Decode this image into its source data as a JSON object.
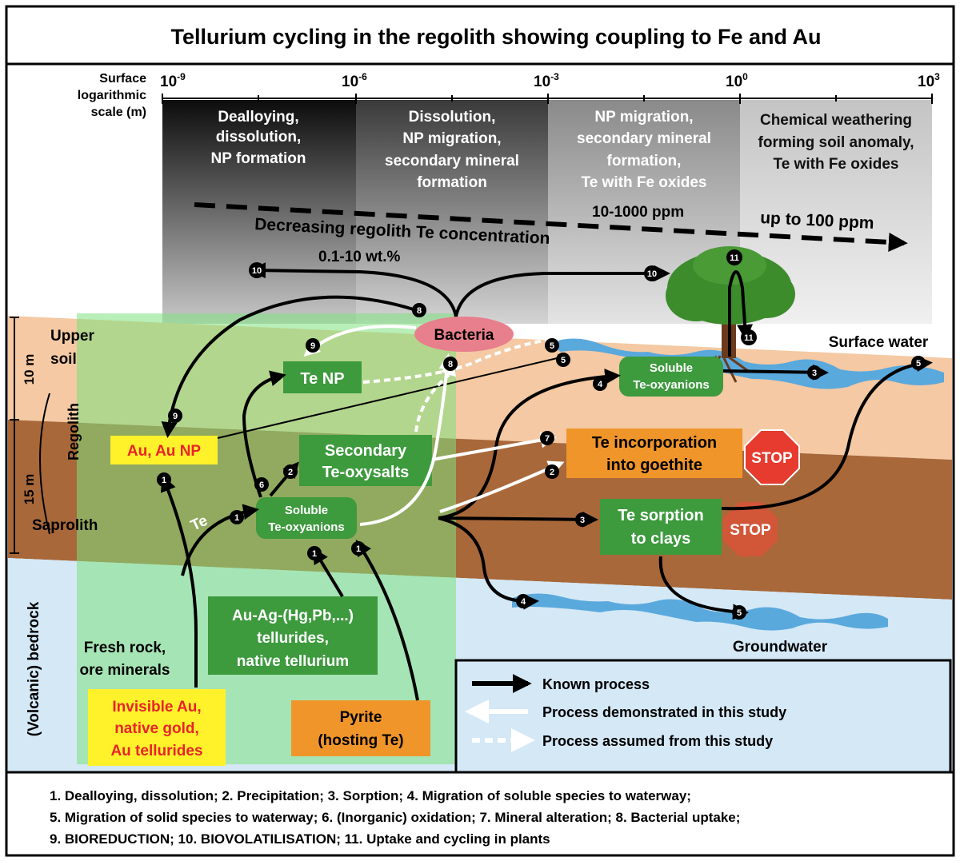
{
  "title": "Tellurium cycling in the regolith showing coupling to Fe and Au",
  "scale": {
    "label_lines": [
      "Surface",
      "logarithmic",
      "scale (m)"
    ],
    "ticks": [
      {
        "base": "10",
        "exp": "-9"
      },
      {
        "base": "10",
        "exp": "-6"
      },
      {
        "base": "10",
        "exp": "-3"
      },
      {
        "base": "10",
        "exp": "0"
      },
      {
        "base": "10",
        "exp": "3"
      }
    ]
  },
  "zones": [
    {
      "lines": [
        "Dealloying,",
        "dissolution,",
        "NP formation"
      ]
    },
    {
      "lines": [
        "Dissolution,",
        "NP migration,",
        "secondary mineral",
        "formation"
      ]
    },
    {
      "lines": [
        "NP migration,",
        "secondary mineral",
        "formation,",
        "Te with Fe oxides"
      ]
    },
    {
      "lines": [
        "Chemical weathering",
        "forming soil anomaly,",
        "Te with Fe oxides"
      ]
    }
  ],
  "concentration": {
    "trend": "Decreasing regolith Te concentration",
    "c1": "0.1-10 wt.%",
    "c2": "10-1000 ppm",
    "c3": "up to 100 ppm"
  },
  "layers": {
    "upper_soil": [
      "Upper",
      "soil"
    ],
    "regolith": "Regolith",
    "saprolith": "Saprolith",
    "bedrock": "(Volcanic) bedrock",
    "depth_10": "10 m",
    "depth_15": "15 m",
    "surface_water": "Surface water",
    "groundwater": "Groundwater",
    "fresh_rock": [
      "Fresh rock,",
      "ore minerals"
    ]
  },
  "nodes": {
    "bacteria": "Bacteria",
    "te_np": "Te NP",
    "au_np": "Au, Au NP",
    "secondary": [
      "Secondary",
      "Te-oxysalts"
    ],
    "soluble_lower": [
      "Soluble",
      "Te-oxyanions"
    ],
    "soluble_upper": [
      "Soluble",
      "Te-oxyanions"
    ],
    "goethite": [
      "Te incorporation",
      "into goethite"
    ],
    "clays": [
      "Te sorption",
      "to clays"
    ],
    "tellurides": [
      "Au-Ag-(Hg,Pb,...)",
      "tellurides,",
      "native tellurium"
    ],
    "pyrite": [
      "Pyrite",
      "(hosting Te)"
    ],
    "invisible_au": [
      "Invisible Au,",
      "native gold,",
      "Au tellurides"
    ],
    "stop": "STOP",
    "te_label": "Te"
  },
  "legend": {
    "known": "Known process",
    "demonstrated": "Process demonstrated in this study",
    "assumed": "Process assumed from this study"
  },
  "footnotes": [
    "1. Dealloying, dissolution; 2. Precipitation; 3. Sorption; 4. Migration of soluble species to waterway;",
    "5. Migration of solid species to waterway; 6. (Inorganic) oxidation; 7. Mineral alteration; 8. Bacterial uptake;",
    "9. BIOREDUCTION; 10. BIOVOLATILISATION; 11. Uptake and cycling in plants"
  ],
  "arrow_numbers": [
    "1",
    "1",
    "1",
    "1",
    "2",
    "2",
    "3",
    "3",
    "4",
    "4",
    "5",
    "5",
    "5",
    "5",
    "6",
    "7",
    "8",
    "8",
    "9",
    "9",
    "10",
    "10",
    "11",
    "11"
  ],
  "colors": {
    "green_box": "#3d9a3d",
    "orange_box": "#f0952a",
    "stop": "#e63b2e",
    "bacteria": "#e87f8c",
    "upper_soil": "#f4c9a3",
    "saprolith": "#a8683a",
    "bedrock": "#d4e8f6",
    "water": "#5aa9dd",
    "green_overlay": "#7ee07e",
    "yellow": "#fff22a",
    "red_text": "#e8242a"
  }
}
